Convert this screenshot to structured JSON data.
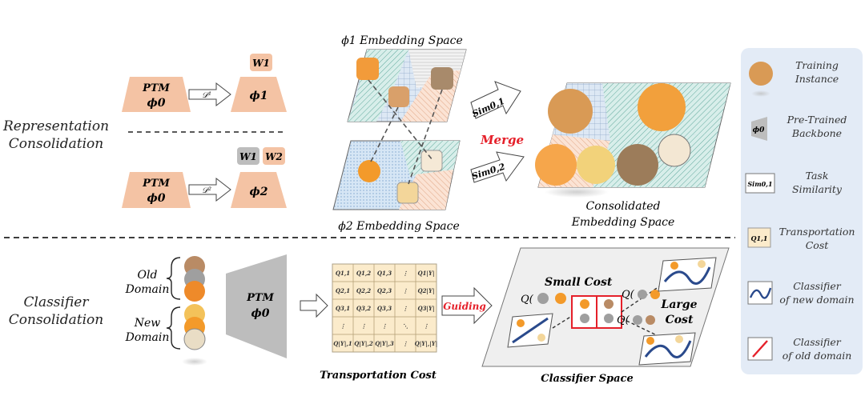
{
  "sections": {
    "representation": [
      "Representation",
      "Consolidation"
    ],
    "classifier": [
      "Classifier",
      "Consolidation"
    ]
  },
  "rep": {
    "ptm": [
      "PTM",
      "ϕ0"
    ],
    "d1": "𝒟¹",
    "d2": "𝒟²",
    "phi1": "ϕ1",
    "phi2": "ϕ2",
    "w1": "W1",
    "w2": "W2",
    "phi1_space": "ϕ1 Embedding Space",
    "phi2_space": "ϕ2 Embedding Space",
    "sim1": "Sim0,1",
    "sim2": "Sim0,2",
    "merge": "Merge",
    "consolidated": [
      "Consolidated",
      "Embedding Space"
    ]
  },
  "cls": {
    "old_domain": [
      "Old",
      "Domain"
    ],
    "new_domain": [
      "New",
      "Domain"
    ],
    "ptm": [
      "PTM",
      "ϕ0"
    ],
    "guiding": "Guiding",
    "transport_title": "Transportation Cost",
    "classifier_space": "Classifier Space",
    "small_cost": "Small Cost",
    "large_cost": [
      "Large",
      "Cost"
    ],
    "q": "Q(",
    "matrix": [
      [
        "Q1,1",
        "Q1,2",
        "Q1,3",
        "⋮",
        "Q1|Y|"
      ],
      [
        "Q2,1",
        "Q2,2",
        "Q2,3",
        "⋮",
        "Q2|Y|"
      ],
      [
        "Q3,1",
        "Q3,2",
        "Q3,3",
        "⋮",
        "Q3|Y|"
      ],
      [
        "⋮",
        "⋮",
        "⋮",
        "⋱",
        "⋮"
      ],
      [
        "Q|Y|,1",
        "Q|Y|,2",
        "Q|Y|,3",
        "⋮",
        "Q|Y|,|Y|"
      ]
    ]
  },
  "legend": [
    {
      "label": [
        "Training",
        "Instance"
      ],
      "icon": "training-instance-icon"
    },
    {
      "label": [
        "Pre-Trained",
        "Backbone"
      ],
      "icon": "backbone-icon",
      "glyph": "ϕ0"
    },
    {
      "label": [
        "Task",
        "Similarity"
      ],
      "icon": "task-similarity-icon",
      "glyph": "Sim0,1"
    },
    {
      "label": [
        "Transportation",
        "Cost"
      ],
      "icon": "transport-cost-icon",
      "glyph": "Q1,1"
    },
    {
      "label": [
        "Classifier",
        "of new domain"
      ],
      "icon": "new-classifier-icon"
    },
    {
      "label": [
        "Classifier",
        "of old domain"
      ],
      "icon": "old-classifier-icon"
    }
  ],
  "colors": {
    "peach": "#F4C3A4",
    "grey_box": "#BDBDBD",
    "legend_bg": "#E3EBF6",
    "red": "#E5202A",
    "teal": "#7FBFB5",
    "blue_light": "#C9DCF0",
    "cost_cell": "#FBEBCB",
    "navy": "#2A4A8C"
  }
}
